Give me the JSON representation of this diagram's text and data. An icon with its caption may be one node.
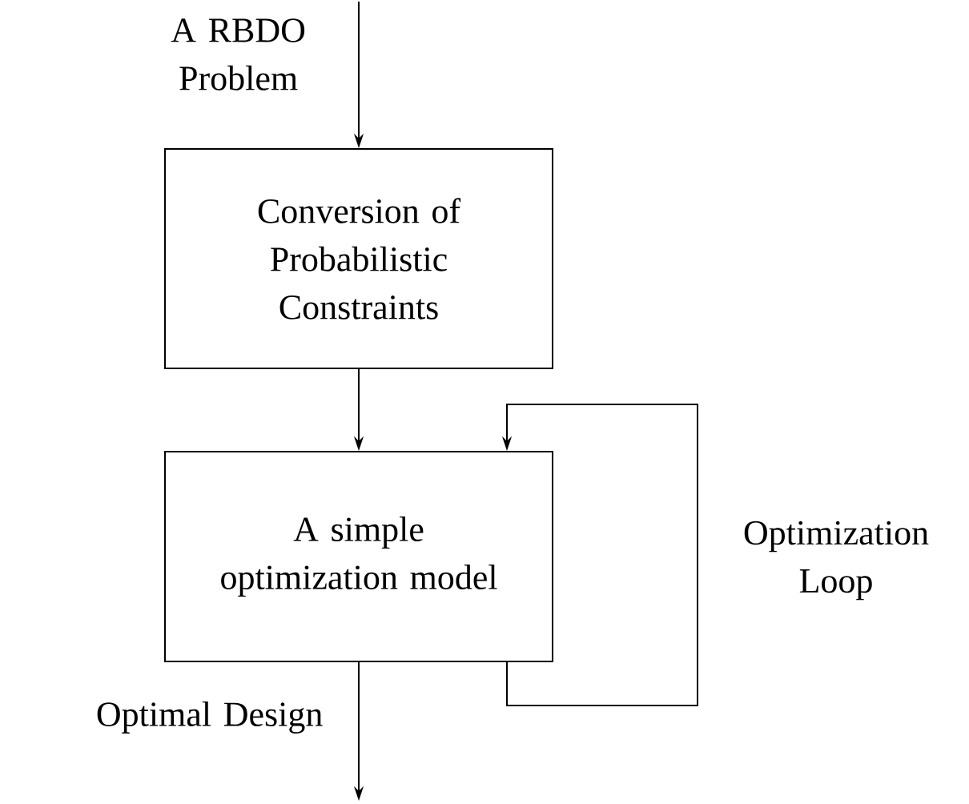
{
  "diagram": {
    "nodes": [
      {
        "text": [
          "Conversion of Probabilistic Constraints"
        ]
      },
      {
        "text": [
          "A simple optimization model"
        ]
      }
    ],
    "edges": [
      {
        "from": null,
        "to": 0,
        "arrow": "to",
        "label": "A RBDO Problem"
      },
      {
        "from": 0,
        "to": 1,
        "arrow": "to"
      },
      {
        "from": 1,
        "to": 1,
        "arrow": "to",
        "label": "Optimization Loop"
      },
      {
        "from": 1,
        "to": null,
        "arrow": "to",
        "label": "Optimal Design"
      }
    ]
  }
}
